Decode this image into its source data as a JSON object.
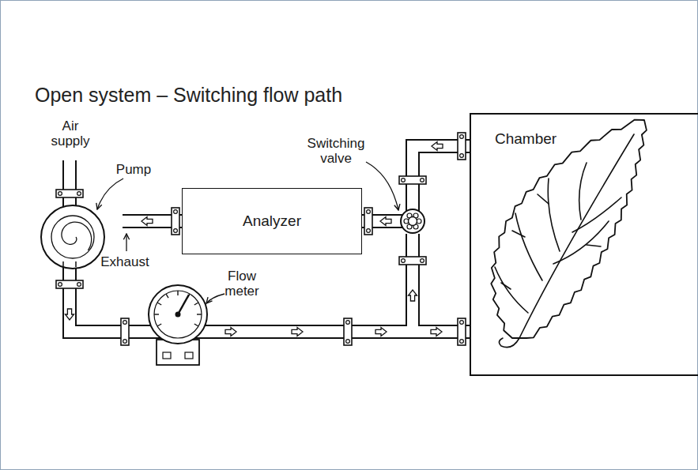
{
  "diagram": {
    "title": "Open system – Switching flow path",
    "nodes": [
      {
        "text": [
          "Analyzer"
        ]
      },
      {
        "text": [
          "Chamber"
        ]
      }
    ],
    "edges": [
      {
        "from": 1,
        "to": 0,
        "arrow": "to"
      }
    ],
    "labels": [
      "Air supply",
      "Pump",
      "Exhaust",
      "Flow meter",
      "Switching valve"
    ]
  }
}
